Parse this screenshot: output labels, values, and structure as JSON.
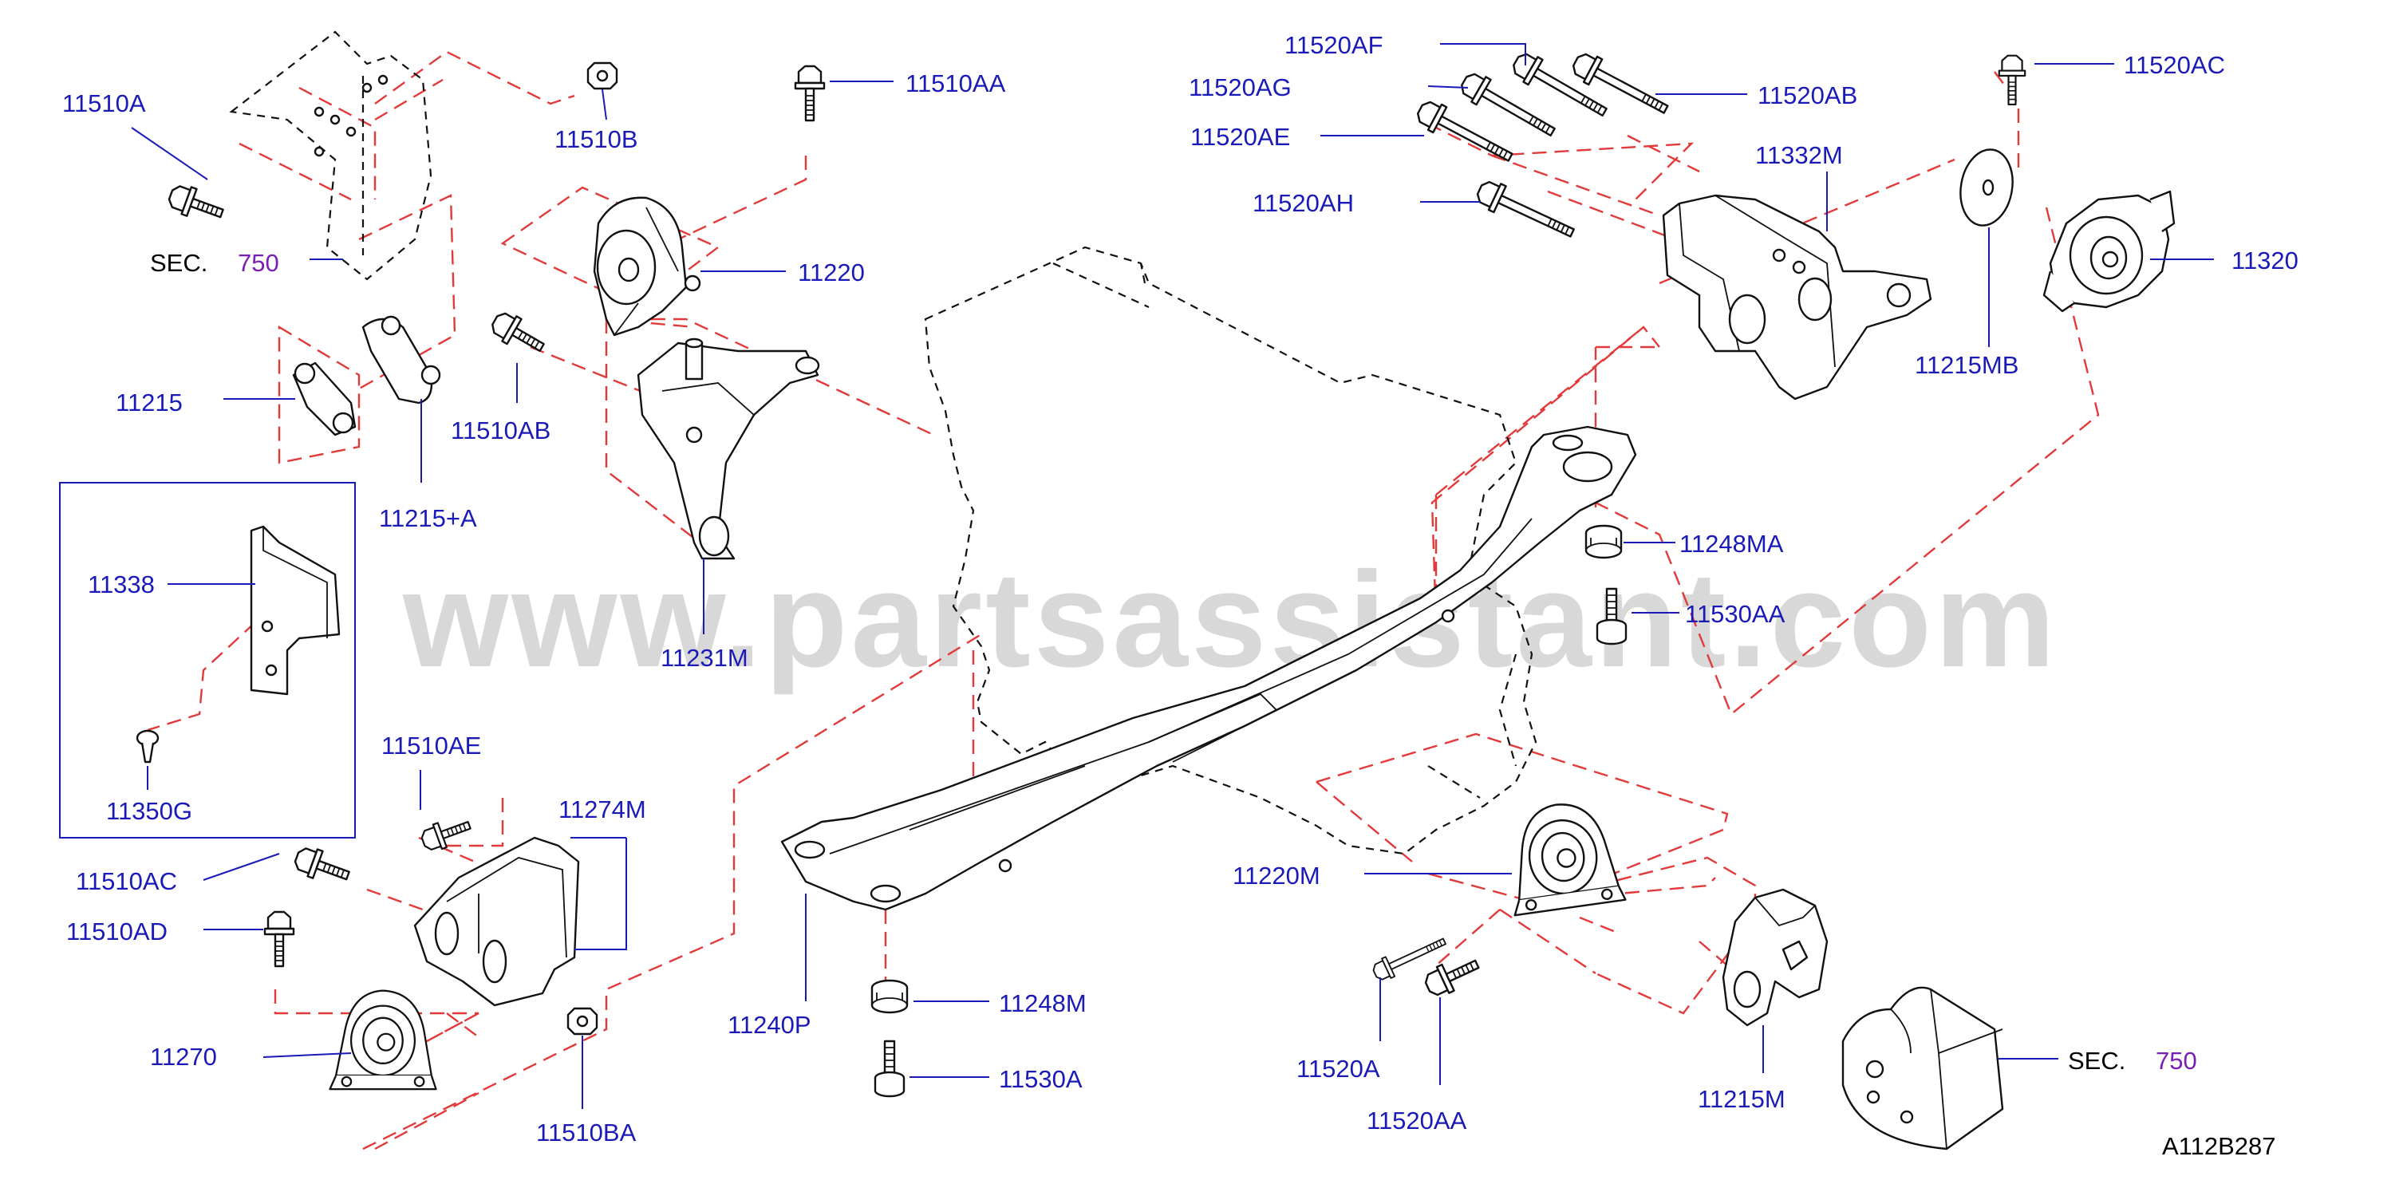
{
  "watermark": "www.partsassistant.com",
  "diagram_code": "A112B287",
  "sections": [
    {
      "prefix": "SEC.",
      "number": "750"
    },
    {
      "prefix": "SEC.",
      "number": "750"
    }
  ],
  "part_labels": {
    "p11510A": "11510A",
    "p11510B": "11510B",
    "p11510AA": "11510AA",
    "p11220": "11220",
    "p11215": "11215",
    "p11215A": "11215+A",
    "p11510AB": "11510AB",
    "p11231M": "11231M",
    "p11338": "11338",
    "p11350G": "11350G",
    "p11510AE": "11510AE",
    "p11274M": "11274M",
    "p11510AC": "11510AC",
    "p11510AD": "11510AD",
    "p11270": "11270",
    "p11510BA": "11510BA",
    "p11240P": "11240P",
    "p11248M": "11248M",
    "p11530A": "11530A",
    "p11520AF": "11520AF",
    "p11520AG": "11520AG",
    "p11520AE": "11520AE",
    "p11520AH": "11520AH",
    "p11520AB": "11520AB",
    "p11332M": "11332M",
    "p11520AC": "11520AC",
    "p11320": "11320",
    "p11215MB": "11215MB",
    "p11248MA": "11248MA",
    "p11530AA": "11530AA",
    "p11220M": "11220M",
    "p11520A": "11520A",
    "p11520AA": "11520AA",
    "p11215M": "11215M"
  },
  "colors": {
    "label": "#1a1ab8",
    "section_number": "#7a1fb5",
    "phantom_line": "#e23a3a",
    "linework": "#111111",
    "watermark": "#a9a9a9"
  }
}
